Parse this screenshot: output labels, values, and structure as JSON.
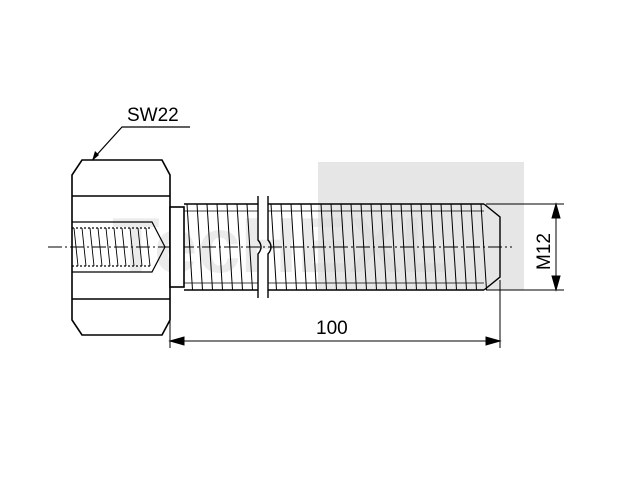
{
  "labels": {
    "wrench_size": "SW22",
    "length": "100",
    "thread": "M12"
  },
  "watermark": {
    "text": "TecHEXL",
    "color": "#d9d9d9"
  },
  "colors": {
    "line": "#000000",
    "background": "#ffffff"
  }
}
